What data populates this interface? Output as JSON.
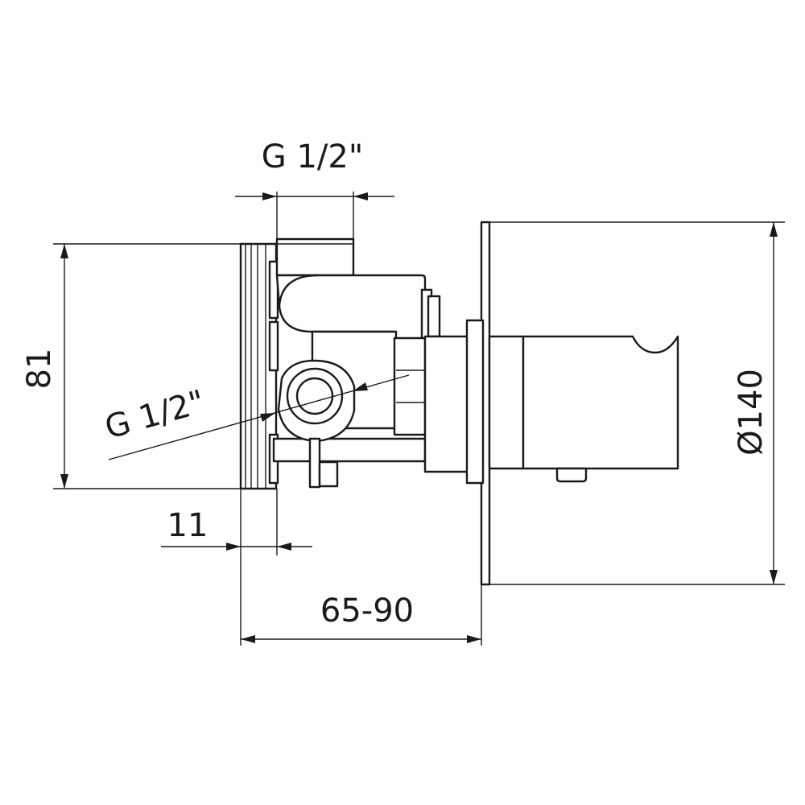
{
  "drawing": {
    "dimensions": {
      "inlet_top": "G 1/2\"",
      "outlet_side": "G 1/2\"",
      "height": "81",
      "plate_diameter": "Ø140",
      "plaster_depth": "11",
      "install_depth": "65-90"
    },
    "colors": {
      "line": "#1a1a1a",
      "background": "#ffffff"
    }
  }
}
